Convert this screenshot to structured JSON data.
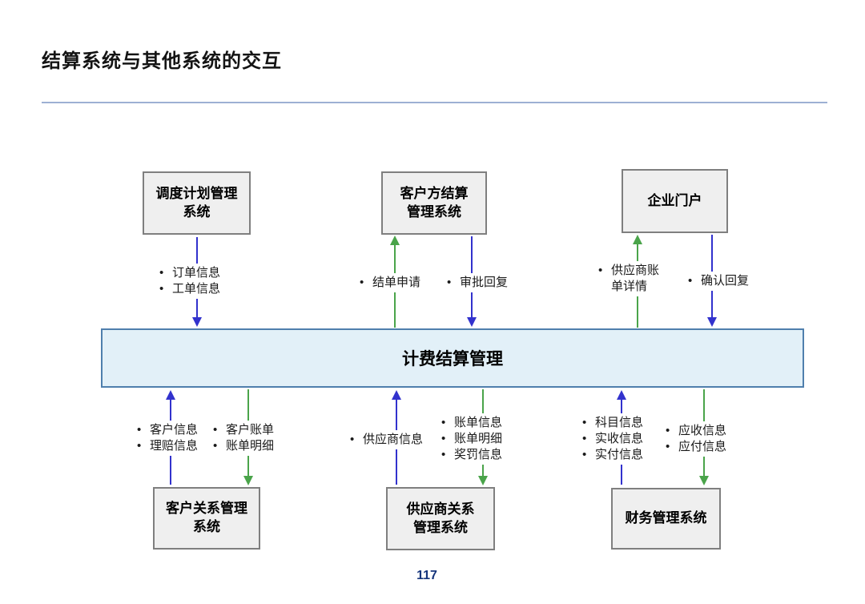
{
  "page": {
    "title": "结算系统与其他系统的交互",
    "page_number": "117"
  },
  "colors": {
    "box_fill": "#efefef",
    "box_border": "#7f7f7f",
    "bar_fill": "#e2f0f8",
    "bar_border": "#4f7fad",
    "arrow_blue": "#3232cd",
    "arrow_green": "#4aa44a",
    "title_rule": "#9db0d3",
    "page_number": "#16357c"
  },
  "diagram": {
    "bullet": "•",
    "center_bar_label": "计费结算管理",
    "boxes": {
      "dispatch": "调度计划管理\n系统",
      "customer_settlement": "客户方结算\n管理系统",
      "enterprise_portal": "企业门户",
      "crm": "客户关系管理\n系统",
      "supplier_rm": "供应商关系\n管理系统",
      "finance": "财务管理系统"
    },
    "flow_labels": {
      "order_info": "订单信息",
      "work_order_info": "工单信息",
      "statement_request": "结单申请",
      "approval_reply": "审批回复",
      "supplier_bill_detail": "供应商账\n单详情",
      "confirm_reply": "确认回复",
      "customer_info": "客户信息",
      "claim_info": "理赔信息",
      "customer_bill": "客户账单",
      "bill_detail_left": "账单明细",
      "supplier_info": "供应商信息",
      "bill_info": "账单信息",
      "bill_detail_mid": "账单明细",
      "reward_penalty_info": "奖罚信息",
      "subject_info": "科目信息",
      "actual_receipt_info": "实收信息",
      "actual_payment_info": "实付信息",
      "receivable_info": "应收信息",
      "payable_info": "应付信息"
    }
  }
}
